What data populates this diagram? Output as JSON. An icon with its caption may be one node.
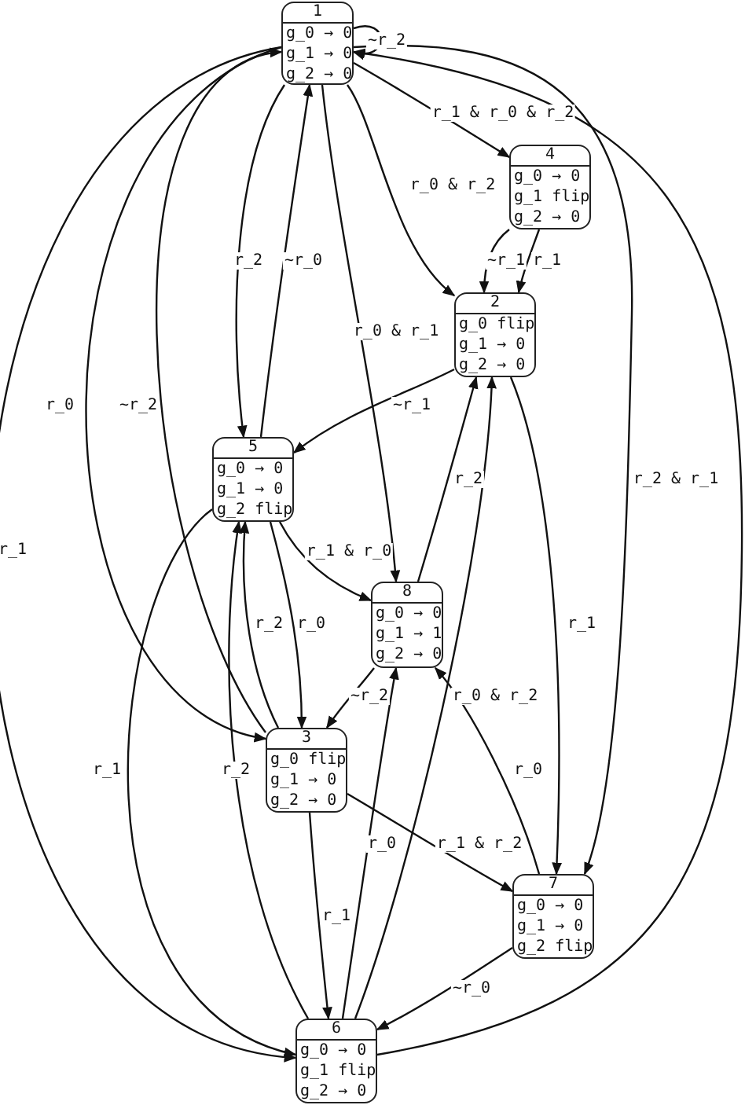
{
  "diagram": {
    "nodes": [
      {
        "text": [
          "1",
          "g_0 → 0",
          "g_1 → 0",
          "g_2 → 0"
        ]
      },
      {
        "text": [
          "4",
          "g_0 → 0",
          "g_1 flip",
          "g_2 → 0"
        ]
      },
      {
        "text": [
          "2",
          "g_0 flip",
          "g_1 → 0",
          "g_2 → 0"
        ]
      },
      {
        "text": [
          "5",
          "g_0 → 0",
          "g_1 → 0",
          "g_2 flip"
        ]
      },
      {
        "text": [
          "8",
          "g_0 → 0",
          "g_1 → 1",
          "g_2 → 0"
        ]
      },
      {
        "text": [
          "3",
          "g_0 flip",
          "g_1 → 0",
          "g_2 → 0"
        ]
      },
      {
        "text": [
          "7",
          "g_0 → 0",
          "g_1 → 0",
          "g_2 flip"
        ]
      },
      {
        "text": [
          "6",
          "g_0 → 0",
          "g_1 flip",
          "g_2 → 0"
        ]
      }
    ],
    "edges": [
      {
        "from": 0,
        "to": 0,
        "arrow": "to",
        "label": "~r_2"
      },
      {
        "from": 0,
        "to": 1,
        "arrow": "to",
        "label": "r_1 & r_0 & r_2"
      },
      {
        "from": 0,
        "to": 2,
        "arrow": "to",
        "label": "r_0 & r_2"
      },
      {
        "from": 0,
        "to": 3,
        "arrow": "to",
        "label": "r_2"
      },
      {
        "from": 3,
        "to": 0,
        "arrow": "to",
        "label": "~r_0"
      },
      {
        "from": 0,
        "to": 4,
        "arrow": "to",
        "label": "r_0 & r_1"
      },
      {
        "from": 1,
        "to": 2,
        "arrow": "to",
        "label": "~r_1"
      },
      {
        "from": 1,
        "to": 2,
        "arrow": "to",
        "label": "r_1"
      },
      {
        "from": 2,
        "to": 3,
        "arrow": "to",
        "label": "~r_1"
      },
      {
        "from": 2,
        "to": 6,
        "arrow": "to",
        "label": "r_1"
      },
      {
        "from": 4,
        "to": 2,
        "arrow": "to",
        "label": "r_2"
      },
      {
        "from": 3,
        "to": 4,
        "arrow": "to",
        "label": "r_1 & r_0"
      },
      {
        "from": 3,
        "to": 5,
        "arrow": "to",
        "label": "r_0"
      },
      {
        "from": 5,
        "to": 3,
        "arrow": "to",
        "label": "r_2"
      },
      {
        "from": 4,
        "to": 5,
        "arrow": "to",
        "label": "~r_2"
      },
      {
        "from": 7,
        "to": 2,
        "arrow": "to",
        "label": "r_0 & r_2"
      },
      {
        "from": 6,
        "to": 4,
        "arrow": "to",
        "label": "r_0"
      },
      {
        "from": 5,
        "to": 6,
        "arrow": "to",
        "label": "r_1 & r_2"
      },
      {
        "from": 5,
        "to": 7,
        "arrow": "to",
        "label": "r_1"
      },
      {
        "from": 7,
        "to": 4,
        "arrow": "to",
        "label": "r_0"
      },
      {
        "from": 7,
        "to": 3,
        "arrow": "to",
        "label": "r_2"
      },
      {
        "from": 3,
        "to": 7,
        "arrow": "to",
        "label": "r_1"
      },
      {
        "from": 6,
        "to": 7,
        "arrow": "to",
        "label": "~r_0"
      },
      {
        "from": 5,
        "to": 0,
        "arrow": "to",
        "label": "~r_2"
      },
      {
        "from": 0,
        "to": 5,
        "arrow": "to",
        "label": "r_0"
      },
      {
        "from": 0,
        "to": 7,
        "arrow": "to",
        "label": "r_1"
      },
      {
        "from": 0,
        "to": 6,
        "arrow": "to",
        "label": "r_2 & r_1"
      },
      {
        "from": 7,
        "to": 0,
        "arrow": "to"
      }
    ]
  }
}
